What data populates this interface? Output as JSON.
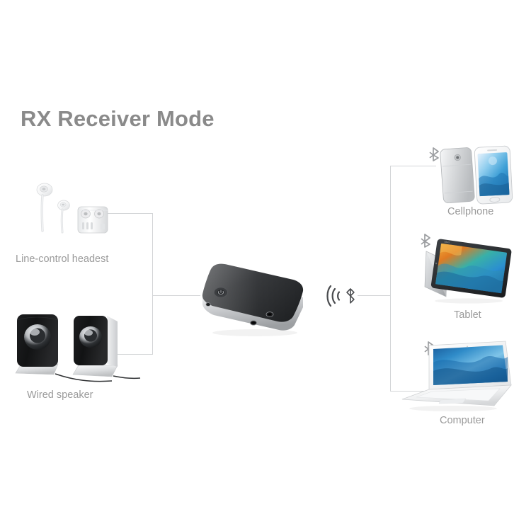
{
  "page": {
    "title": "RX Receiver Mode",
    "background_color": "#ffffff",
    "title_color": "#8a8a8a",
    "caption_color": "#9a9a9a",
    "connector_color": "#d3d5d7"
  },
  "diagram": {
    "mode": "RX Receiver Mode",
    "center_device": {
      "name": "bluetooth-audio-receiver",
      "body_color": "#2c2e31",
      "rim_color": "#c6c9cc",
      "has_power_button": true,
      "ports": 2
    },
    "wireless_indicator": {
      "icon": "signal-waves-icon",
      "bluetooth_icon": "bluetooth-icon",
      "color": "#4a4c4f"
    },
    "outputs": [
      {
        "label": "Line-control headest",
        "icon": "earphones-icon",
        "side": "left"
      },
      {
        "label": "Wired speaker",
        "icon": "speaker-icon",
        "side": "left"
      }
    ],
    "sources": [
      {
        "label": "Cellphone",
        "icon": "smartphone-icon",
        "side": "right",
        "bluetooth": true
      },
      {
        "label": "Tablet",
        "icon": "tablet-icon",
        "side": "right",
        "bluetooth": true
      },
      {
        "label": "Computer",
        "icon": "laptop-icon",
        "side": "right",
        "bluetooth": true
      }
    ]
  }
}
